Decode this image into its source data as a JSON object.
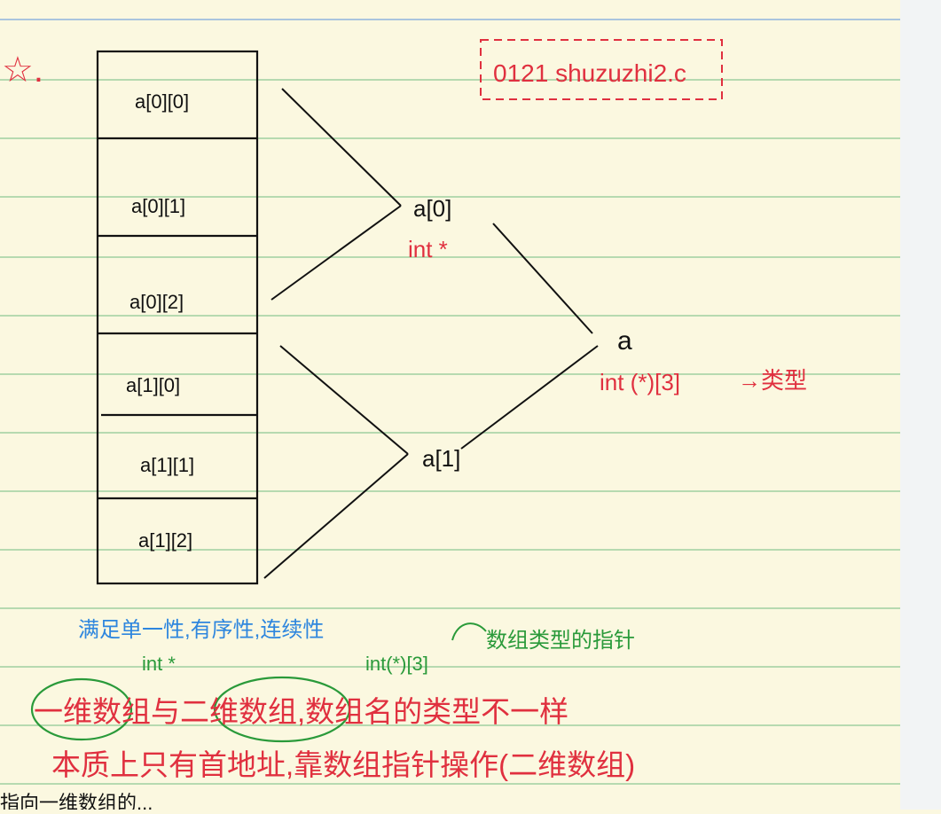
{
  "diagram": {
    "star": "☆.",
    "file_label": "0121 shuzuzhi2.c",
    "cells": [
      "a[0][0]",
      "a[0][1]",
      "a[0][2]",
      "a[1][0]",
      "a[1][1]",
      "a[1][2]"
    ],
    "row0": "a[0]",
    "row1": "a[1]",
    "row0_type": "int *",
    "top": "a",
    "top_type": "int (*)[3]",
    "top_type_note": "→类型"
  },
  "notes": {
    "blue_note": "满足单一性,有序性,连续性",
    "int_ptr": "int *",
    "int_array_ptr": "int(*)[3]",
    "green_note": "数组类型的指针",
    "line1": "一维数组与二维数组,数组名的类型不一样",
    "line2": "本质上只有首地址,靠数组指针操作(二维数组)",
    "line3": "指向一维数组的..."
  },
  "colors": {
    "paper": "#fbf8e0",
    "rule_line": "#9fcf9f",
    "ink": "#111111",
    "red_ink": "#e0303f",
    "blue_ink": "#2e86de",
    "green_ink": "#2a9a3a",
    "panel": "#f2f4f5"
  }
}
